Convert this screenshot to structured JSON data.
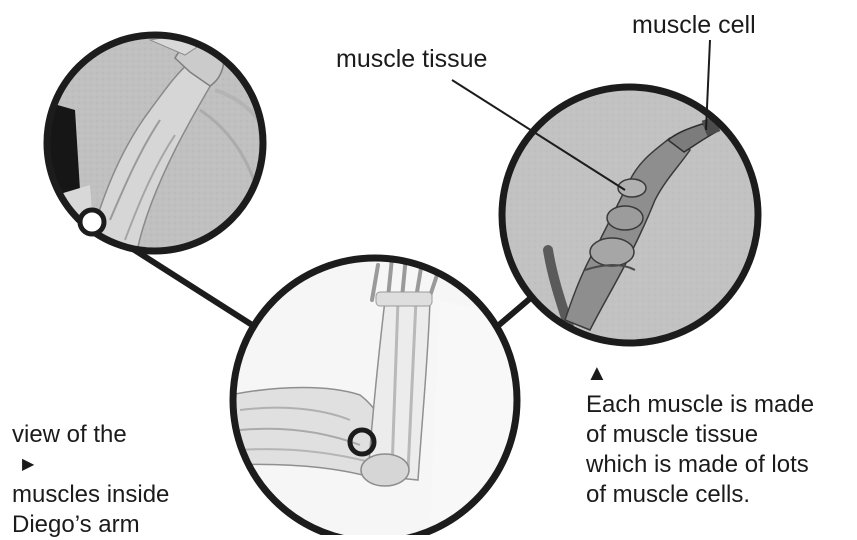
{
  "labels": {
    "muscle_tissue": "muscle tissue",
    "muscle_cell": "muscle cell"
  },
  "caption_left": {
    "line1": "view of the",
    "line2": "muscles inside",
    "line3": "Diego’s arm"
  },
  "caption_right": {
    "line1": "Each muscle is made",
    "line2": "of muscle tissue",
    "line3": "which is made of lots",
    "line4": "of muscle cells."
  },
  "pointer_glyphs": {
    "right": "▶",
    "up": "▲"
  },
  "colors": {
    "ring": "#1c1c1c",
    "photo_bg": "#b8b8b8",
    "tissue_bg": "#c6c6c6",
    "arm_bg": "#f2f2f2"
  }
}
